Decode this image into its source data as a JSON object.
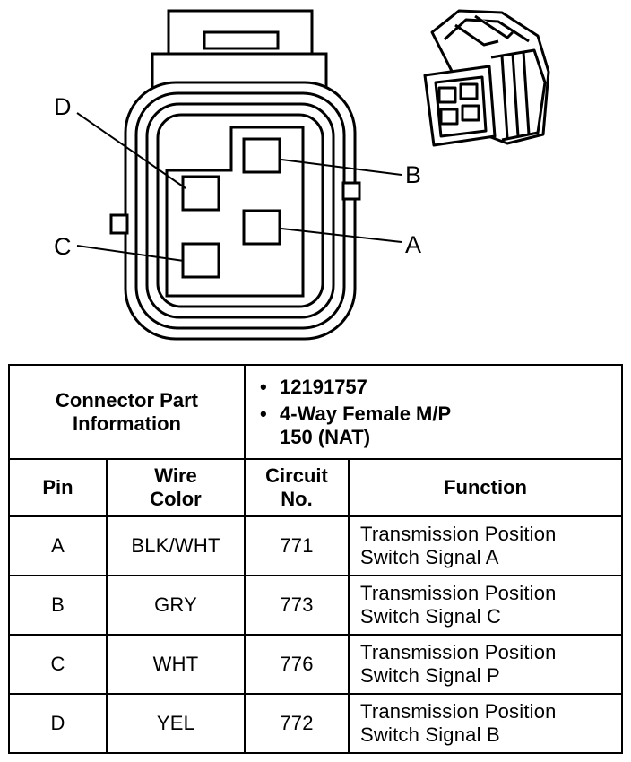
{
  "diagram": {
    "pin_labels": {
      "A": "A",
      "B": "B",
      "C": "C",
      "D": "D"
    },
    "views": [
      "connector-face-view",
      "connector-3d-view"
    ]
  },
  "connector_info": {
    "label_line1": "Connector Part",
    "label_line2": "Information",
    "items": [
      "12191757",
      "4-Way Female M/P",
      "150 (NAT)"
    ]
  },
  "table": {
    "headers": {
      "pin": "Pin",
      "wire_color_l1": "Wire",
      "wire_color_l2": "Color",
      "circuit_l1": "Circuit",
      "circuit_l2": "No.",
      "function": "Function"
    },
    "rows": [
      {
        "pin": "A",
        "wire_color": "BLK/WHT",
        "circuit": "771",
        "function_l1": "Transmission Position",
        "function_l2": "Switch Signal A"
      },
      {
        "pin": "B",
        "wire_color": "GRY",
        "circuit": "773",
        "function_l1": "Transmission Position",
        "function_l2": "Switch Signal C"
      },
      {
        "pin": "C",
        "wire_color": "WHT",
        "circuit": "776",
        "function_l1": "Transmission Position",
        "function_l2": "Switch Signal P"
      },
      {
        "pin": "D",
        "wire_color": "YEL",
        "circuit": "772",
        "function_l1": "Transmission Position",
        "function_l2": "Switch Signal B"
      }
    ]
  }
}
